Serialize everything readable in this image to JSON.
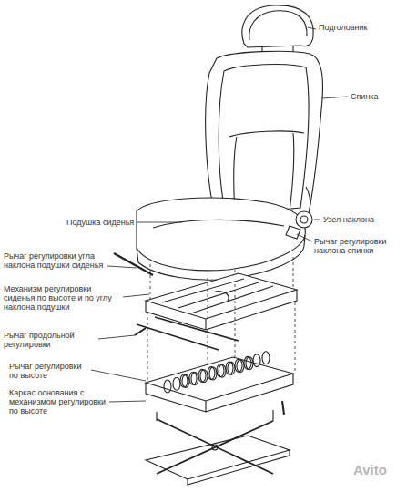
{
  "diagram": {
    "labels": [
      "Подголовник",
      "Спинка",
      "Подушка сиденья",
      "Узел наклона",
      "Рычаг регулировки наклона спинки",
      "Рычаг регулировки угла наклона подушки сиденья",
      "Механизм регулировки сиденья по высоте и по углу наклона подушки",
      "Рычаг продольной регулировки",
      "Рычаг регулировки по высоте",
      "Каркас основания с механизмом регулировки по высоте",
      "Avito"
    ]
  }
}
